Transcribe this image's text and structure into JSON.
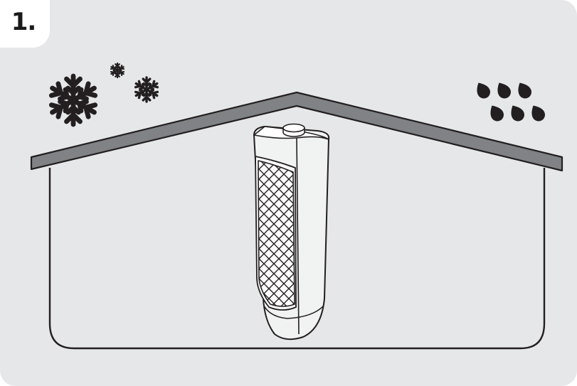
{
  "step": {
    "number": "1."
  },
  "icons": {
    "cold": [
      "snowflake-icon-large",
      "snowflake-icon-small",
      "snowflake-icon-medium"
    ],
    "rain": [
      "raindrop-icon"
    ]
  },
  "colors": {
    "background": "#e6e7e8",
    "badge": "#ffffff",
    "roof": "#808285",
    "outline": "#231f20",
    "appliance": "#f1f2f2"
  }
}
